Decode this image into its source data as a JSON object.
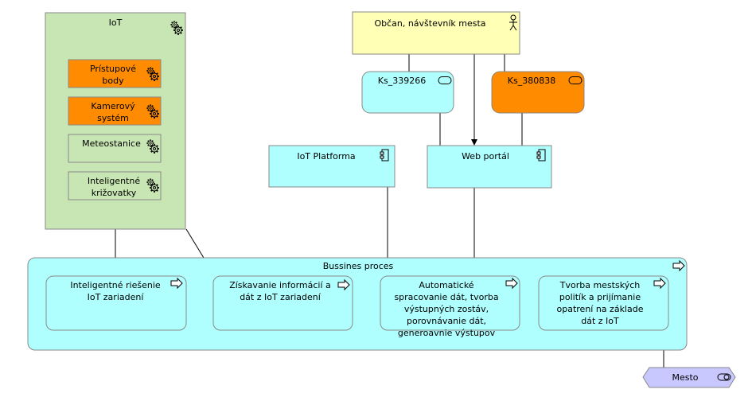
{
  "colors": {
    "node_green": "#c8e6b3",
    "node_orange": "#ff8c00",
    "node_cyan": "#b0ffff",
    "node_yellow": "#ffffb5",
    "node_purple": "#c8c8ff",
    "line": "#000000"
  },
  "icons": {
    "equipment": "gear-icon",
    "actor": "person-icon",
    "service": "rounded-rect-icon",
    "component": "component-icon",
    "process": "arrow-right-icon",
    "business_object": "toggle-icon"
  },
  "nodes": {
    "iot": "IoT",
    "pristupove_body": "Prístupové body",
    "kamerovy_system": "Kamerový systém",
    "meteostanice": "Meteostanice",
    "inteligentne_krizovatky": "Inteligentné križovatky",
    "obcan": "Občan, návštevník mesta",
    "ks1": "Ks_339266",
    "ks2": "Ks_380838",
    "iot_platforma": "IoT Platforma",
    "web_portal": "Web portál",
    "bussines_proces": "Bussines proces",
    "p1": "Inteligentné riešenie IoT zariadení",
    "p2": "Získavanie informácií a dát z IoT zariadení",
    "p3": "Automatické spracovanie dát, tvorba výstupných zostáv, porovnávanie dát, generoavnie výstupov",
    "p4": "Tvorba mestských politík a prijímanie opatrení na základe dát z IoT",
    "mesto": "Mesto"
  }
}
